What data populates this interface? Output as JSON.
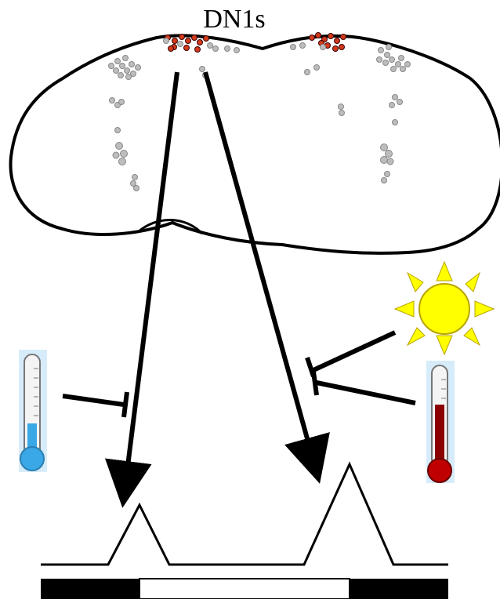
{
  "title": "DN1s",
  "colors": {
    "outline": "#000000",
    "neuron_gray": "#bdbdbd",
    "neuron_red": "#d23a1c",
    "sun_fill": "#ffff00",
    "sun_stroke": "#b8a400",
    "cold_fill": "#3aa7e6",
    "hot_fill": "#8b0000",
    "bar_dark": "#000000",
    "bar_light": "#ffffff"
  },
  "icons": {
    "cold": "thermometer-cold-icon",
    "hot": "thermometer-hot-icon",
    "sun": "sun-icon"
  },
  "activity_peaks": [
    "morning",
    "evening"
  ],
  "light_dark_bar": [
    "dark",
    "light",
    "dark"
  ]
}
